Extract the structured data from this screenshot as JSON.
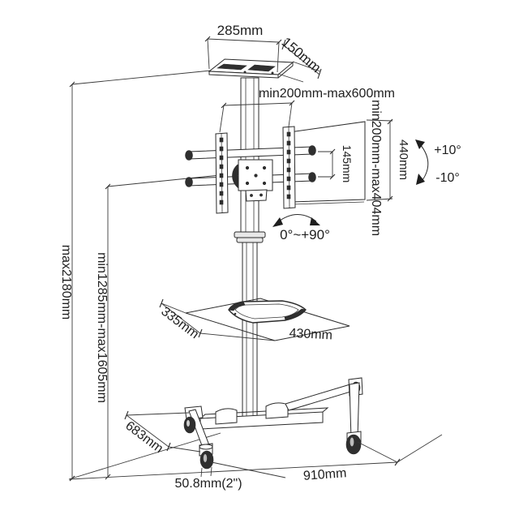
{
  "diagram": {
    "type": "product-dimension-drawing",
    "subject": "mobile TV cart / trolley stand with top AV shelf, tilting VESA bracket, middle shelf and caster base",
    "background_color": "#ffffff",
    "line_color": "#2b2b2b",
    "labels": {
      "top_shelf_width": "285mm",
      "top_shelf_depth": "150mm",
      "bracket_width_range": "min200mm-max600mm",
      "bracket_height_range": "min200mm-max404mm",
      "bracket_height": "440mm",
      "arm_spacing": "145mm",
      "tilt_up": "+10°",
      "tilt_down": "-10°",
      "swivel_range": "0°~+90°",
      "max_height": "max2180mm",
      "column_height_range": "min1285mm-max1605mm",
      "shelf_depth": "335mm",
      "shelf_width": "430mm",
      "base_depth": "683mm",
      "caster_size": "50.8mm(2\")",
      "base_width": "910mm"
    }
  }
}
